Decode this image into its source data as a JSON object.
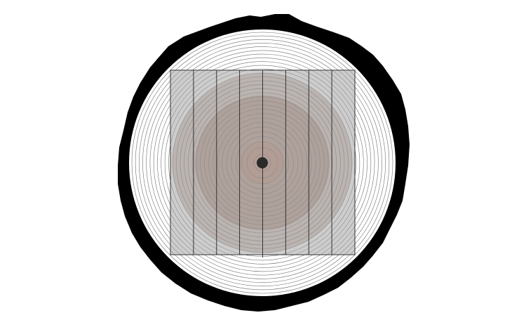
{
  "diagram": {
    "subject": "log-cross-section-sawing-pattern",
    "board_count": 8,
    "growth_ring_count": 30,
    "colors": {
      "background": "#ffffff",
      "bark": "#000000",
      "sapwood": "#ffffff",
      "heartwood_outer": "#b89990",
      "heartwood_mid": "#b4907f",
      "heartwood_inner": "#c49580",
      "pith": "#2a2a2a",
      "ring_line": "#707070",
      "board_overlay": "#a4a4a4",
      "board_edge": "#333333"
    }
  }
}
